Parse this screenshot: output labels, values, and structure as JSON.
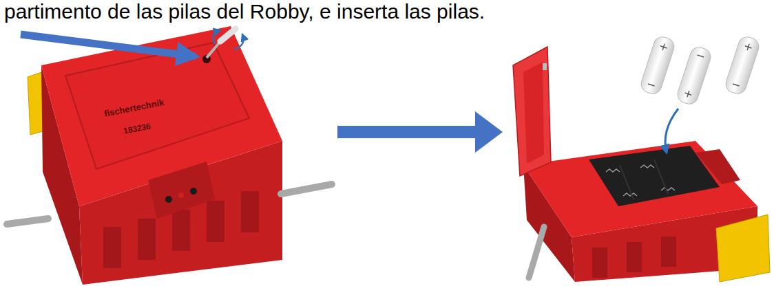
{
  "diagram": {
    "title": "partimento de las pilas del Robby, e inserta las pilas.",
    "labels": [
      "fischertechnik",
      "183236"
    ]
  }
}
